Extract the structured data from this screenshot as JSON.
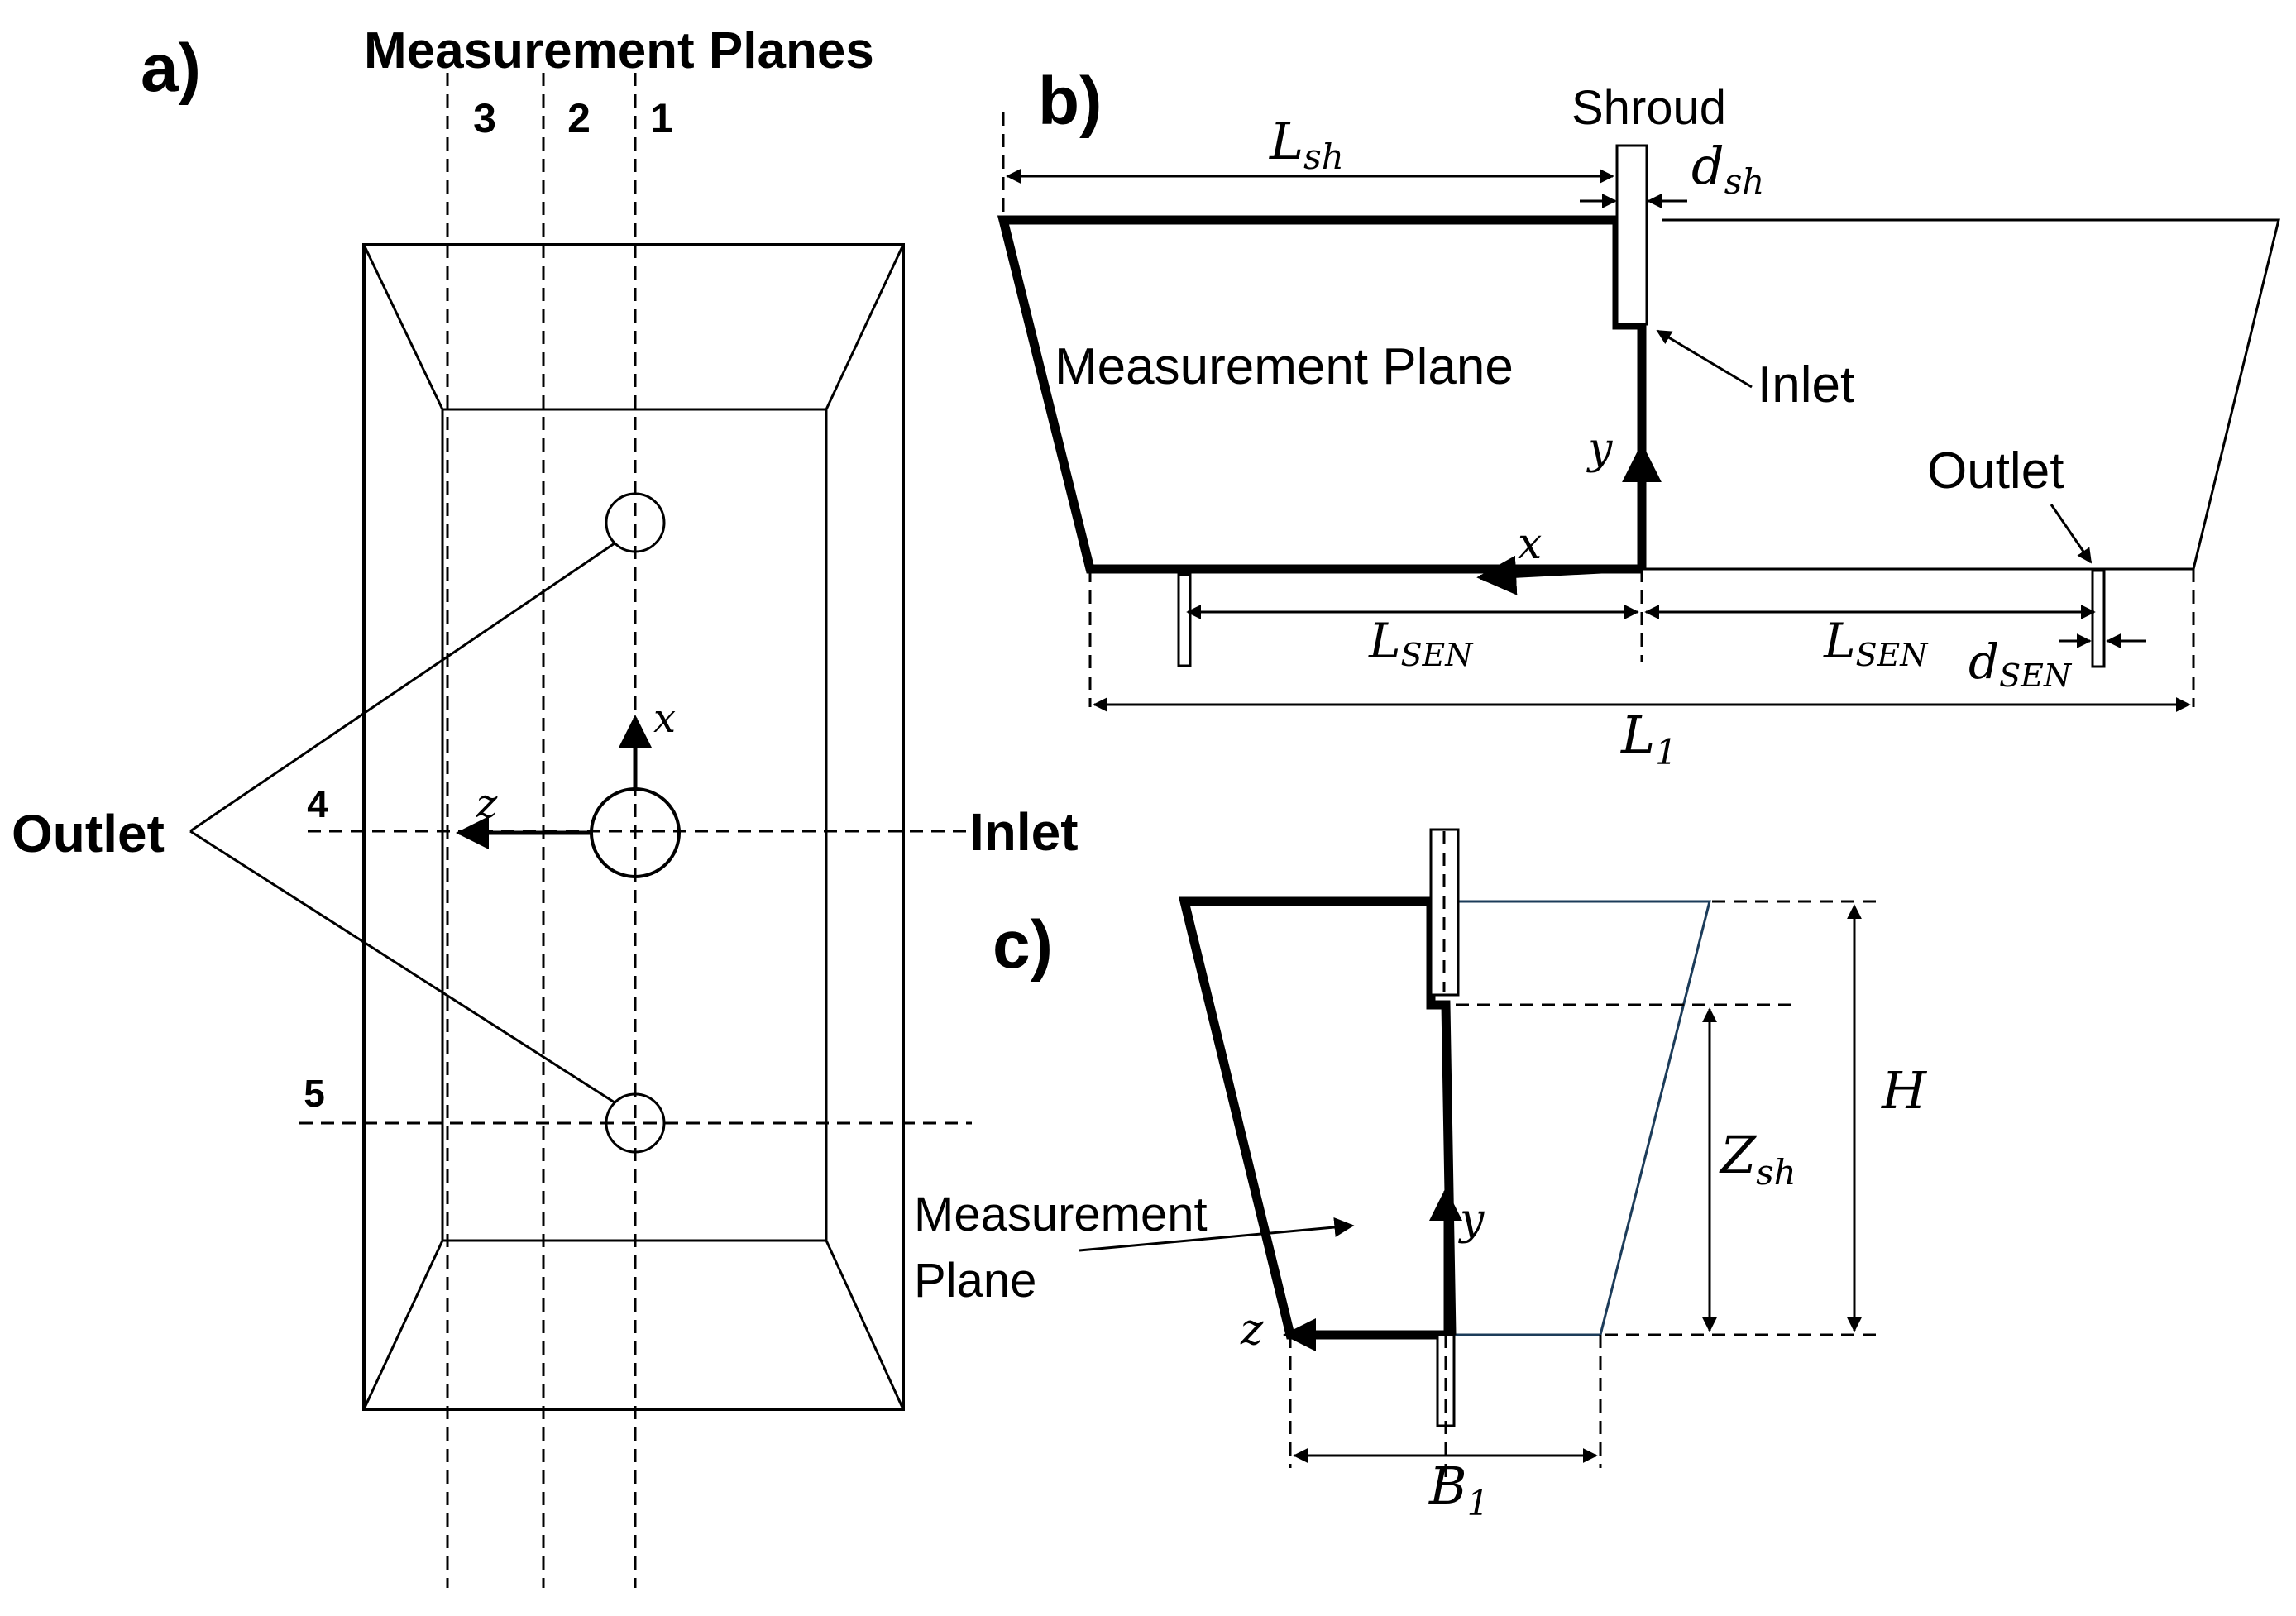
{
  "panel_a": {
    "label": "a)",
    "title": "Measurement Planes",
    "plane_numbers": [
      "3",
      "2",
      "1"
    ],
    "row_numbers": [
      "4",
      "5"
    ],
    "outlet": "Outlet",
    "inlet": "Inlet",
    "axis_x": "x",
    "axis_z": "z"
  },
  "panel_b": {
    "label": "b)",
    "shroud": "Shroud",
    "measurement_plane": "Measurement Plane",
    "inlet": "Inlet",
    "outlet": "Outlet",
    "axis_x": "x",
    "axis_y": "y",
    "dims": {
      "L_sh_main": "L",
      "L_sh_sub": "sh",
      "d_sh_main": "d",
      "d_sh_sub": "sh",
      "L_sen_main": "L",
      "L_sen_sub": "SEN",
      "d_sen_main": "d",
      "d_sen_sub": "SEN",
      "L1_main": "L",
      "L1_sub": "1"
    }
  },
  "panel_c": {
    "label": "c)",
    "measurement_line1": "Measurement",
    "measurement_line2": "Plane",
    "axis_y": "y",
    "axis_z": "z",
    "dims": {
      "H": "H",
      "Z_sh_main": "Z",
      "Z_sh_sub": "sh",
      "B1_main": "B",
      "B1_sub": "1"
    }
  }
}
